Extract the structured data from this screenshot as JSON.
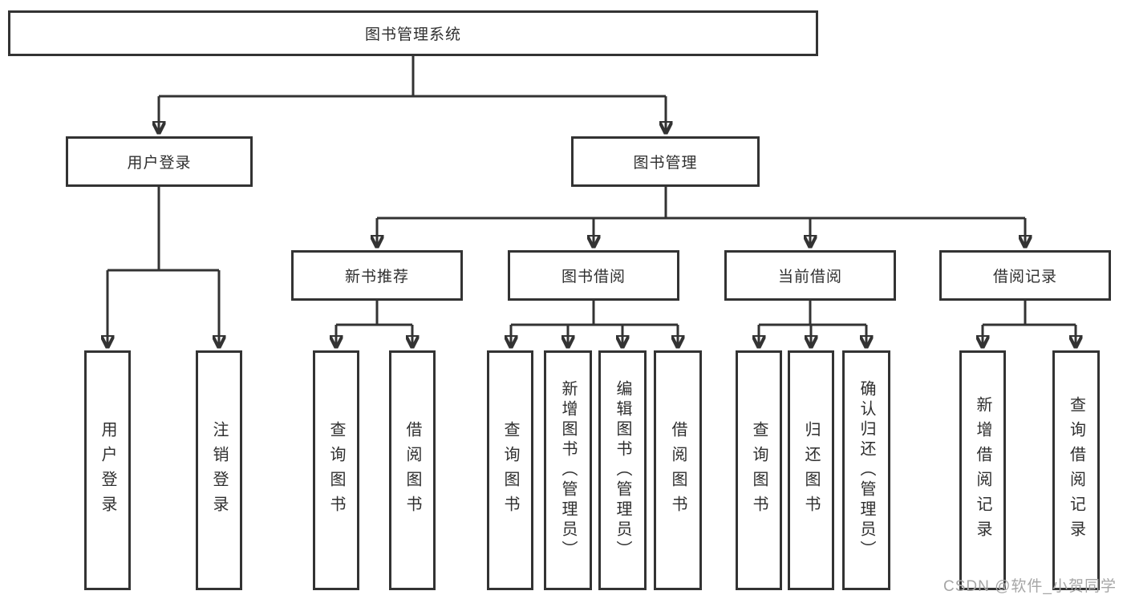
{
  "diagram": {
    "root": {
      "label": "图书管理系统"
    },
    "level2": [
      {
        "label": "用户登录"
      },
      {
        "label": "图书管理"
      }
    ],
    "level3": [
      {
        "label": "新书推荐"
      },
      {
        "label": "图书借阅"
      },
      {
        "label": "当前借阅"
      },
      {
        "label": "借阅记录"
      }
    ],
    "leaves": {
      "user_login": [
        "用户登录",
        "注销登录"
      ],
      "new_book": [
        "查询图书",
        "借阅图书"
      ],
      "borrow": [
        "查询图书",
        "新增图书（管理员）",
        "编辑图书（管理员）",
        "借阅图书"
      ],
      "current": [
        "查询图书",
        "归还图书",
        "确认归还（管理员）"
      ],
      "records": [
        "新增借阅记录",
        "查询借阅记录"
      ]
    }
  },
  "watermark": {
    "label": "CSDN @软件_小贺同学"
  },
  "colors": {
    "line": "#333333",
    "text": "#2f2f2f",
    "box_background": "#ffffff",
    "watermark": "#a6a6a6"
  }
}
